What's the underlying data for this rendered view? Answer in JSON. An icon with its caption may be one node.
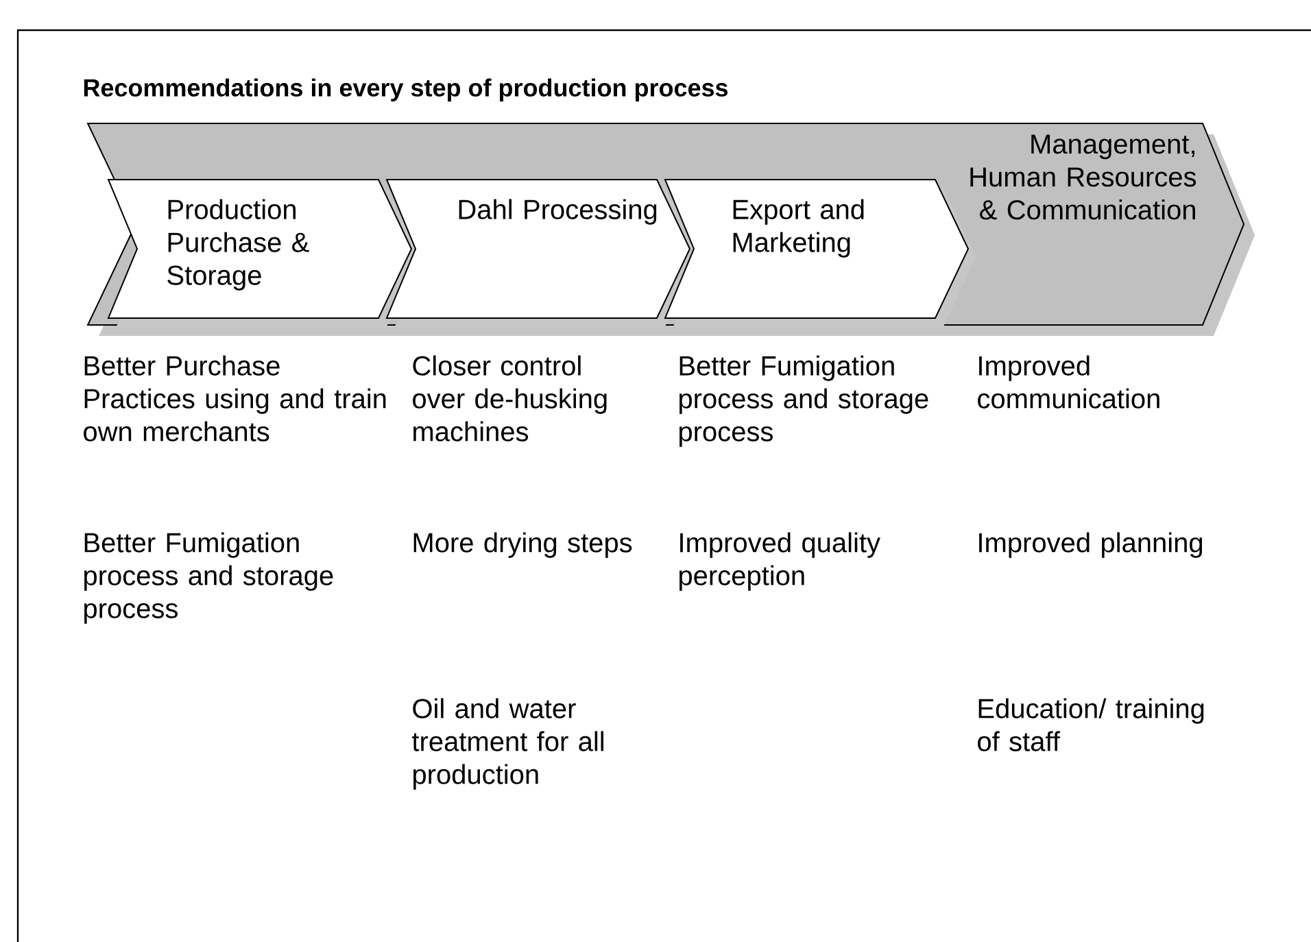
{
  "diagram": {
    "title": "Recommendations in every step of production process",
    "nodes": [
      {
        "text": [
          "Management, Human Resources & Communication"
        ]
      },
      {
        "text": [
          "Production Purchase & Storage"
        ],
        "in": 0
      },
      {
        "text": [
          "Dahl Processing"
        ],
        "in": 0
      },
      {
        "text": [
          "Export and Marketing"
        ],
        "in": 0
      }
    ],
    "labels": [
      "Better Purchase Practices using and train own merchants",
      "Closer control over de-husking machines",
      "Better Fumigation process and storage process",
      "Improved communication",
      "Better Fumigation process and storage process",
      "More drying steps",
      "Improved quality perception",
      "Improved planning",
      "Oil and water treatment for all production",
      "Education/ training of staff"
    ]
  }
}
